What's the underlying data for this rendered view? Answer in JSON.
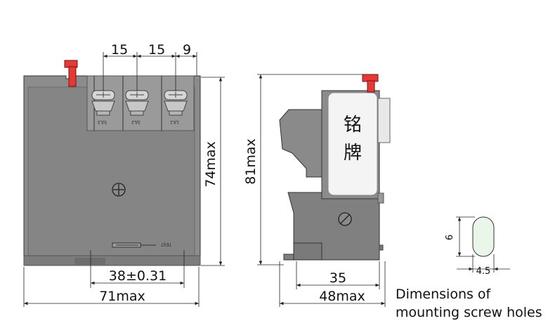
{
  "front_view": {
    "top_pitch_1": "15",
    "top_pitch_2": "15",
    "top_pitch_3": "9",
    "height": "74max",
    "mount_spacing": "38±0.31",
    "width": "71max",
    "terminal_labels": [
      "5/L3",
      "3/L2",
      "1/L1"
    ],
    "test_label": "TEST"
  },
  "side_view": {
    "height": "81max",
    "depth_mount": "35",
    "depth": "48max",
    "nameplate_chars": [
      "铭",
      "牌"
    ]
  },
  "hole_detail": {
    "height": "6",
    "width": "4.5"
  },
  "caption": {
    "line1": "Dimensions of",
    "line2": "mounting screw holes"
  },
  "colors": {
    "body": "#8a8a8a",
    "body_dark": "#6f6f6f",
    "red_button": "#e53935",
    "nameplate": "#f4f4f4",
    "hole_fill": "#eaf6ea"
  }
}
